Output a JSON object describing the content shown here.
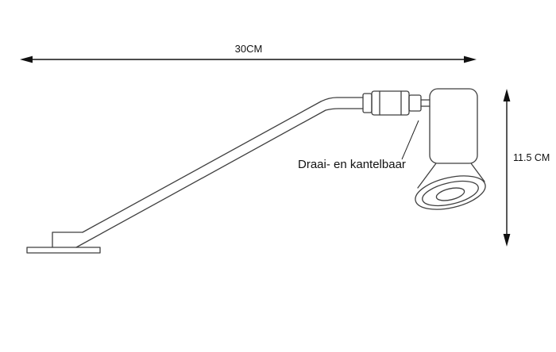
{
  "dimensions": {
    "width": {
      "label": "30CM"
    },
    "height": {
      "label": "11.5 CM"
    }
  },
  "annotation": {
    "label": "Draai- en kantelbaar"
  },
  "colors": {
    "background": "#ffffff",
    "dimension_ink": "#111111",
    "drawing_ink": "#3f3f3f"
  }
}
